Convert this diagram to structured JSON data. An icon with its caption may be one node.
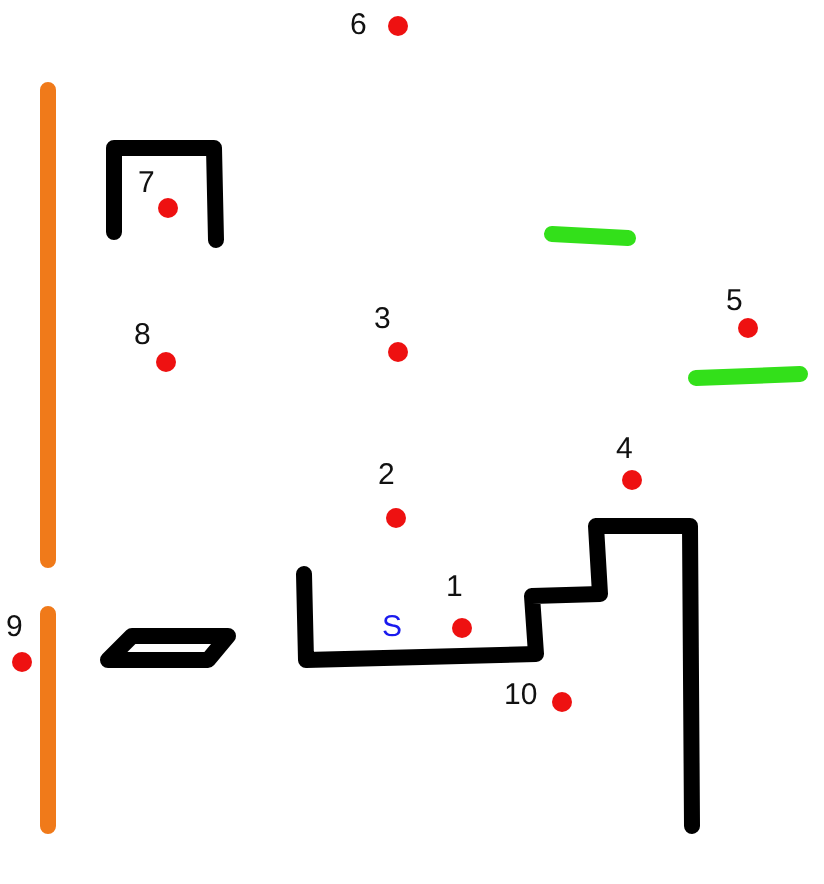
{
  "diagram": {
    "labels": [
      "6",
      "7",
      "5",
      "3",
      "8",
      "4",
      "2",
      "1",
      "S",
      "9",
      "10"
    ]
  }
}
